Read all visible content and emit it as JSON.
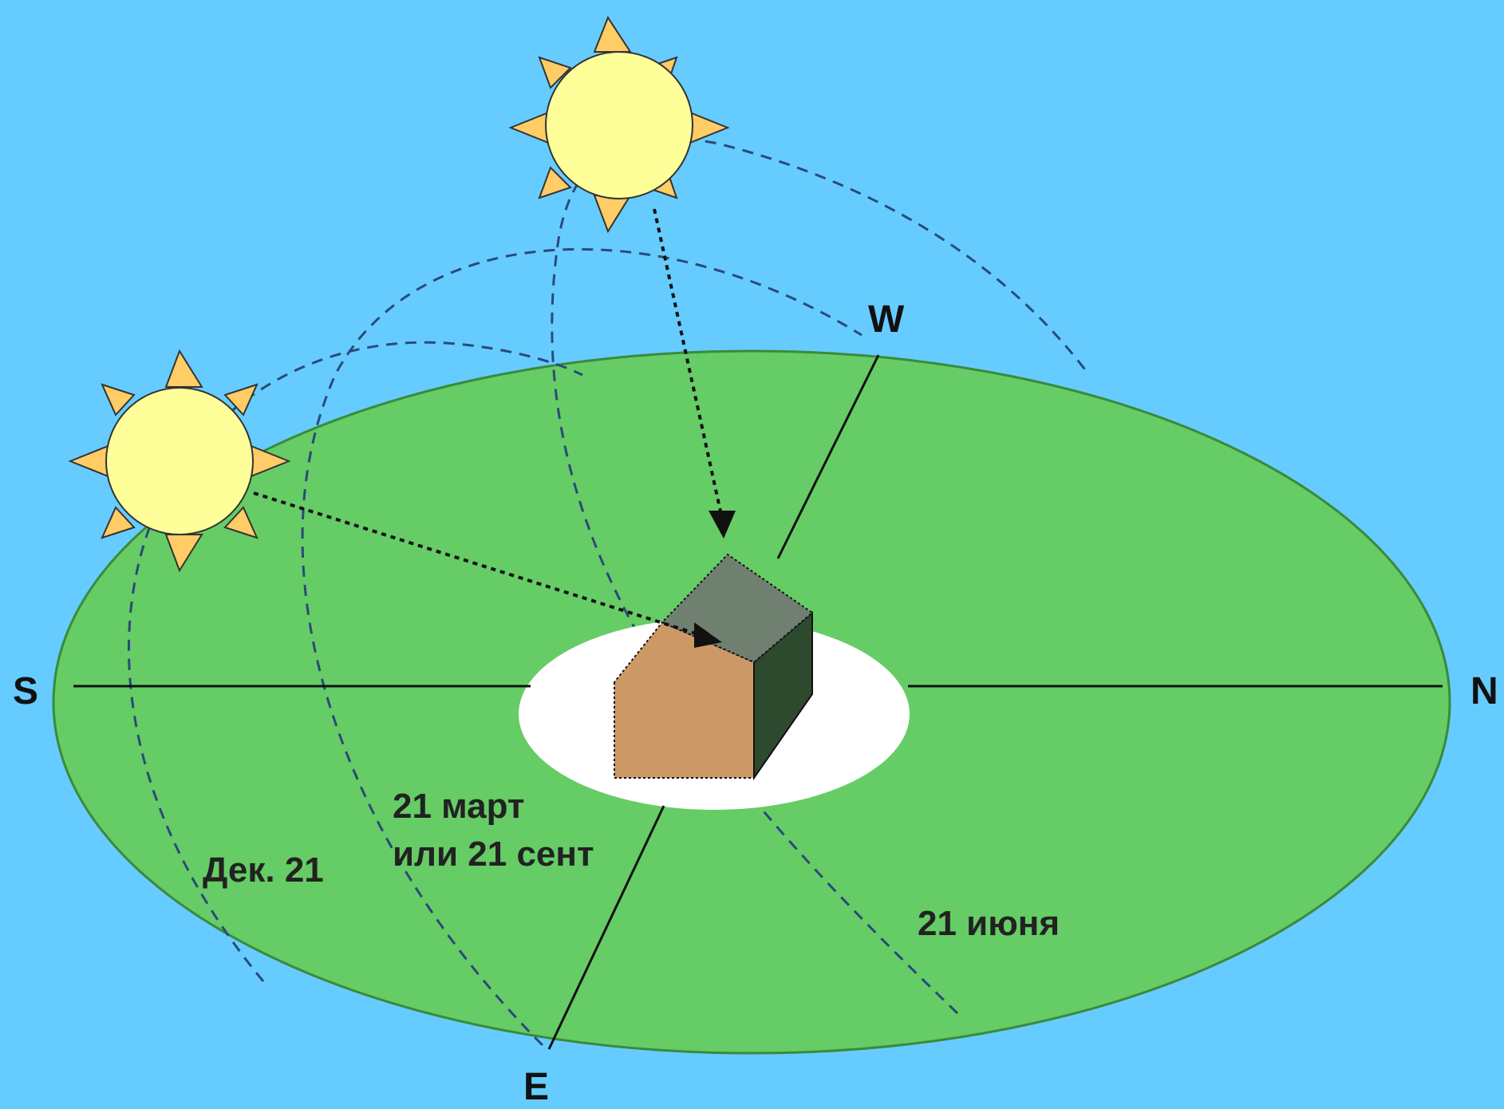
{
  "colors": {
    "sky": "#66ccff",
    "ground": "#66cc66",
    "ground_outline": "#3a8a3a",
    "sun_fill": "#ffff99",
    "sun_rays": "#ffcc66",
    "house_roof": "#708070",
    "house_wall": "#cc9966",
    "house_side": "#2e4a2e",
    "clearing": "#ffffff",
    "lines": "#111111",
    "sun_paths": "#2a4a7a"
  },
  "compass": {
    "south": "S",
    "north": "N",
    "west": "W",
    "east": "E"
  },
  "paths": {
    "december": "Дек. 21",
    "equinox_line1": "21 март",
    "equinox_line2": "или 21 сент",
    "june": "21 июня"
  },
  "icons": [
    "sun-icon",
    "house-icon"
  ]
}
